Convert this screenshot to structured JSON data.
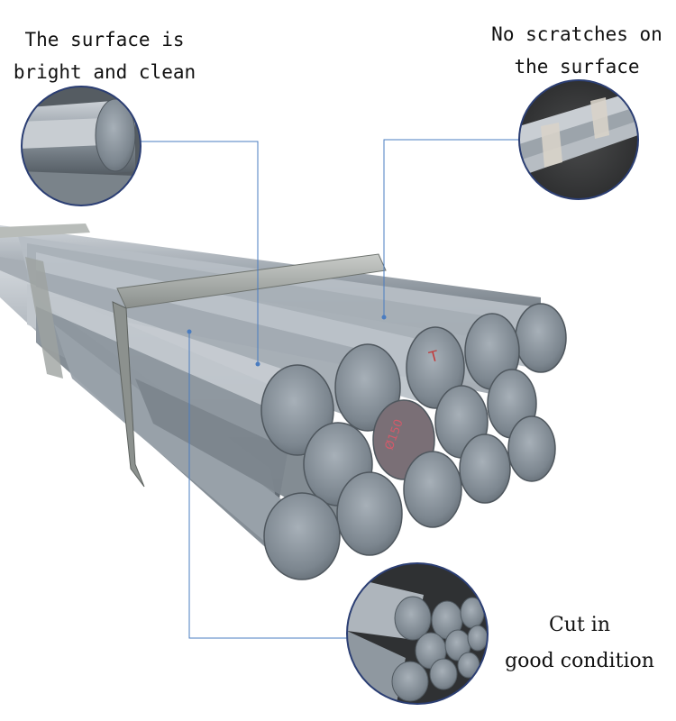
{
  "callouts": {
    "top_left": {
      "line1": "The surface is",
      "line2": "bright and clean"
    },
    "top_right": {
      "line1": "No scratches on",
      "line2": "the surface"
    },
    "bottom_right": {
      "line1": "Cut in",
      "line2": "good condition"
    }
  },
  "markings": {
    "tag_t": "T",
    "handwritten": "Ø150"
  }
}
